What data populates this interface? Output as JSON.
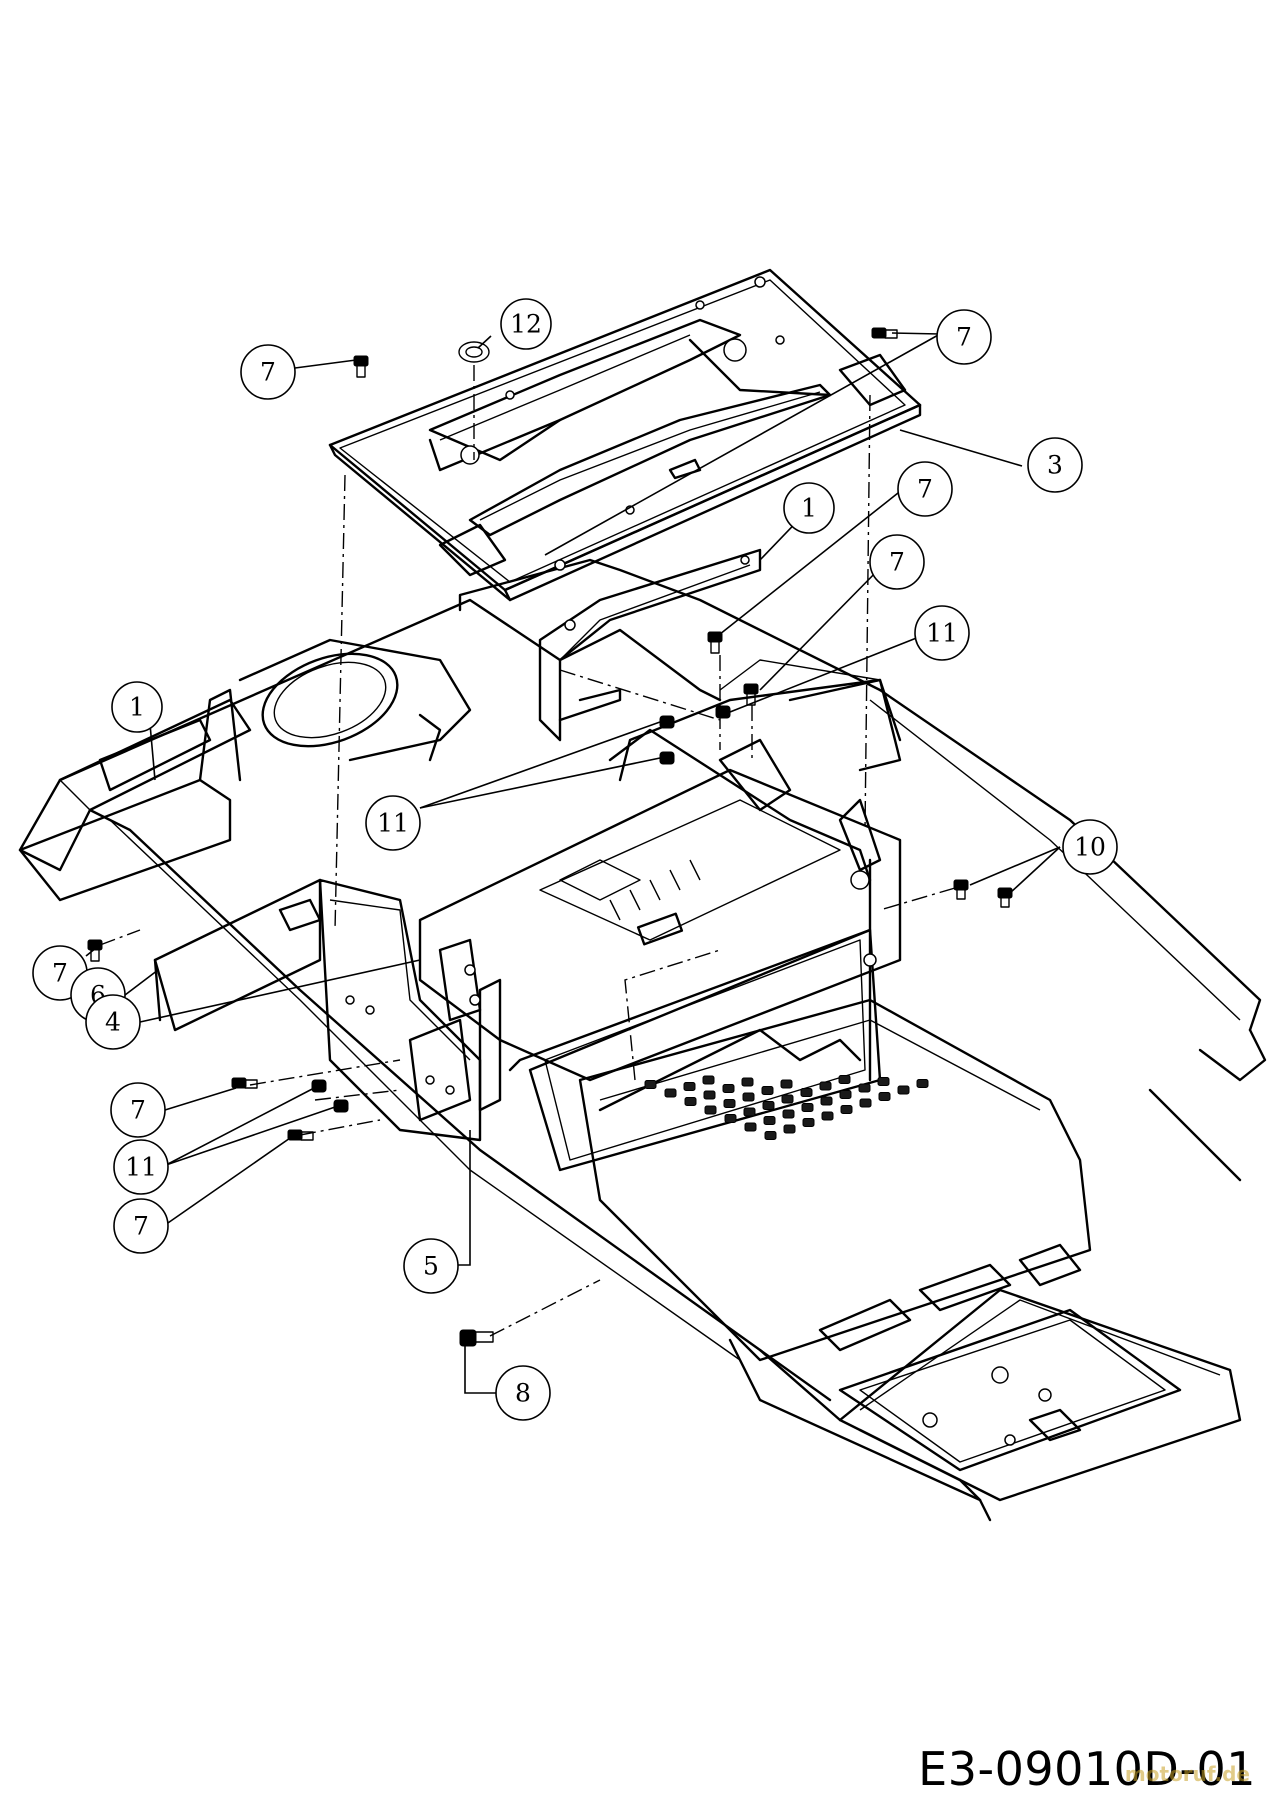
{
  "diagram": {
    "drawing_number": "E3-09010D-01",
    "watermark": "motoruf.de",
    "parts": [
      "1",
      "3",
      "4",
      "5",
      "6",
      "7",
      "8",
      "10",
      "11",
      "12"
    ],
    "callouts": [
      {
        "id": "c12",
        "label": "12"
      },
      {
        "id": "c7a",
        "label": "7"
      },
      {
        "id": "c7b",
        "label": "7"
      },
      {
        "id": "c3",
        "label": "3"
      },
      {
        "id": "c1a",
        "label": "1"
      },
      {
        "id": "c7c",
        "label": "7"
      },
      {
        "id": "c7d",
        "label": "7"
      },
      {
        "id": "c11a",
        "label": "11"
      },
      {
        "id": "c1b",
        "label": "1"
      },
      {
        "id": "c11b",
        "label": "11"
      },
      {
        "id": "c10",
        "label": "10"
      },
      {
        "id": "c7e",
        "label": "7"
      },
      {
        "id": "c6",
        "label": "6"
      },
      {
        "id": "c4",
        "label": "4"
      },
      {
        "id": "c7f",
        "label": "7"
      },
      {
        "id": "c11c",
        "label": "11"
      },
      {
        "id": "c7g",
        "label": "7"
      },
      {
        "id": "c5",
        "label": "5"
      },
      {
        "id": "c8",
        "label": "8"
      }
    ]
  }
}
